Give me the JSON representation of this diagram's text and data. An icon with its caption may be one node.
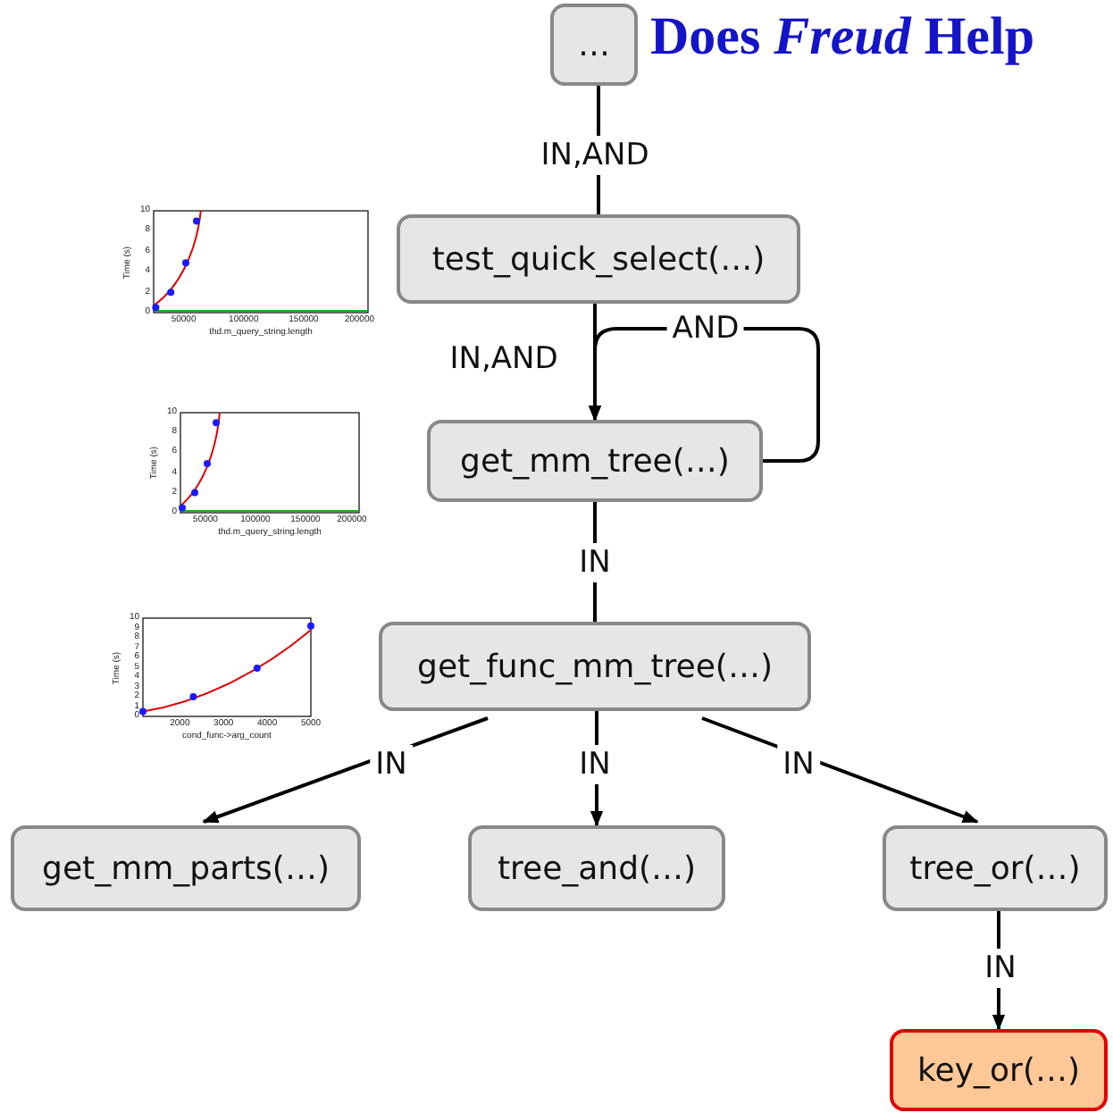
{
  "diagram": {
    "title": "Does *Freud* Help",
    "nodes": [
      {
        "text": [
          "…"
        ]
      },
      {
        "text": [
          "test_quick_select(…)"
        ]
      },
      {
        "text": [
          "get_mm_tree(…)"
        ]
      },
      {
        "text": [
          "get_func_mm_tree(…)"
        ]
      },
      {
        "text": [
          "get_mm_parts(…)"
        ]
      },
      {
        "text": [
          "tree_and(…)"
        ]
      },
      {
        "text": [
          "tree_or(…)"
        ]
      },
      {
        "text": [
          "key_or(…)"
        ]
      }
    ],
    "edges": [
      {
        "from": 0,
        "to": 1,
        "arrow": "none",
        "label": "IN,AND"
      },
      {
        "from": 1,
        "to": 2,
        "arrow": "to",
        "label": "IN,AND"
      },
      {
        "from": 2,
        "to": 2,
        "arrow": "to",
        "label": "AND"
      },
      {
        "from": 2,
        "to": 3,
        "arrow": "none",
        "label": "IN"
      },
      {
        "from": 3,
        "to": 4,
        "arrow": "to",
        "label": "IN"
      },
      {
        "from": 3,
        "to": 5,
        "arrow": "to",
        "label": "IN"
      },
      {
        "from": 3,
        "to": 6,
        "arrow": "to",
        "label": "IN"
      },
      {
        "from": 6,
        "to": 7,
        "arrow": "to",
        "label": "IN"
      }
    ],
    "labels": [
      "10",
      "8",
      "6",
      "4",
      "2",
      "0",
      "Time (s)",
      "50000",
      "100000",
      "150000",
      "200000",
      "thd.m_query_string.length",
      "10",
      "8",
      "6",
      "4",
      "2",
      "0",
      "Time (s)",
      "50000",
      "100000",
      "150000",
      "200000",
      "thd.m_query_string.length",
      "10",
      "9",
      "8",
      "7",
      "6",
      "5",
      "4",
      "3",
      "2",
      "1",
      "0",
      "Time (s)",
      "2000",
      "3000",
      "4000",
      "5000",
      "cond_func->arg_count"
    ]
  }
}
